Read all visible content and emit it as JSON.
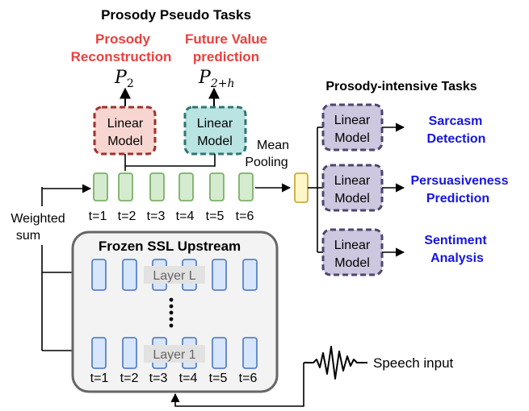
{
  "titles": {
    "pseudo_tasks": "Prosody Pseudo Tasks",
    "intensive_tasks": "Prosody-intensive Tasks"
  },
  "pseudo": {
    "reconstruction_line1": "Prosody",
    "reconstruction_line2": "Reconstruction",
    "future_line1": "Future Value",
    "future_line2": "prediction",
    "p2_base": "P",
    "p2_sub": "2",
    "p2h_base": "P",
    "p2h_sub": "2+h"
  },
  "model": {
    "line1": "Linear",
    "line2": "Model"
  },
  "pooling": {
    "line1": "Mean",
    "line2": "Pooling"
  },
  "weighted": {
    "line1": "Weighted",
    "line2": "sum"
  },
  "timesteps": [
    "t=1",
    "t=2",
    "t=3",
    "t=4",
    "t=5",
    "t=6"
  ],
  "upstream": {
    "title": "Frozen SSL Upstream",
    "layer_top": "Layer L",
    "layer_bottom": "Layer 1"
  },
  "tasks": [
    {
      "line1": "Sarcasm",
      "line2": "Detection"
    },
    {
      "line1": "Persuasiveness",
      "line2": "Prediction"
    },
    {
      "line1": "Sentiment",
      "line2": "Analysis"
    }
  ],
  "speech_input": "Speech input",
  "colors": {
    "pseudo_label": "#e8413c",
    "task_label": "#1515e0",
    "red_box_fill": "#f7d5d0",
    "red_box_stroke": "#a0302c",
    "teal_box_fill": "#b9e4e2",
    "teal_box_stroke": "#2b7774",
    "purple_box_fill": "#cdc7df",
    "purple_box_stroke": "#4e4570",
    "green_cell_fill": "#d5ebcf",
    "green_cell_stroke": "#7cb067",
    "blue_cell_fill": "#d8e6fb",
    "blue_cell_stroke": "#5a82c8",
    "pool_fill": "#fff6c7",
    "pool_stroke": "#cfa93a",
    "upstream_fill": "#f3f3f3",
    "upstream_stroke": "#666666"
  }
}
